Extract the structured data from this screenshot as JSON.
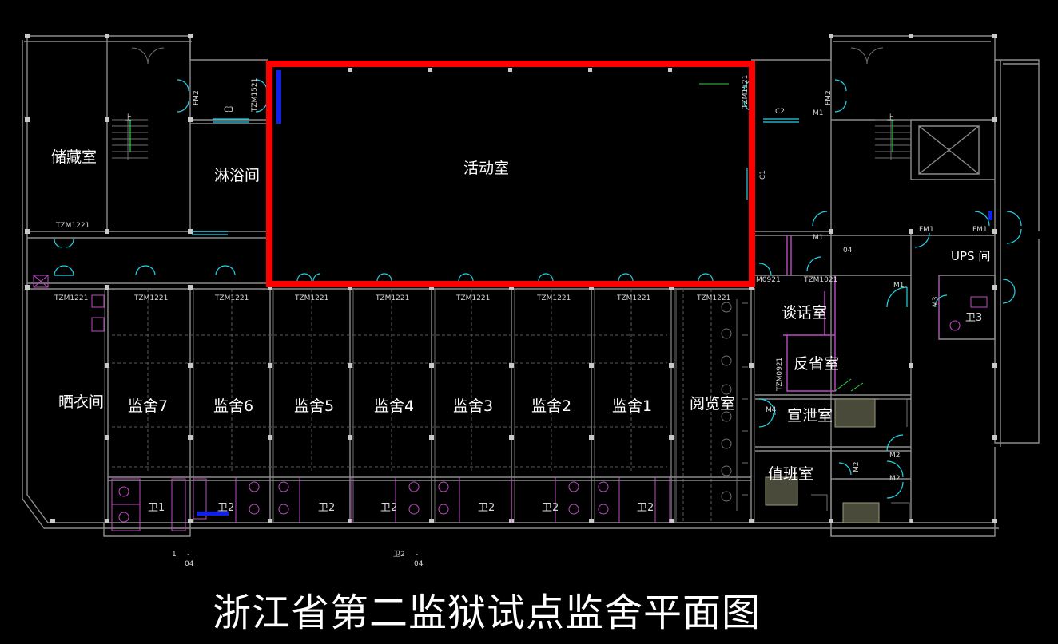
{
  "title": "浙江省第二监狱试点监舍平面图",
  "rooms": {
    "storage": "储藏室",
    "shower": "淋浴间",
    "activity": "活动室",
    "drying": "晒衣间",
    "cell7": "监舍7",
    "cell6": "监舍6",
    "cell5": "监舍5",
    "cell4": "监舍4",
    "cell3": "监舍3",
    "cell2": "监舍2",
    "cell1": "监舍1",
    "reading": "阅览室",
    "talk": "谈话室",
    "reflect": "反省室",
    "vent": "宣泄室",
    "duty": "值班室",
    "ups": "UPS 间"
  },
  "tags": {
    "tzm1221": "TZM1221",
    "tzm1521": "TZM1521",
    "tzm0921": "TZM0921",
    "tzm1021": "TZM1021",
    "m0921": "M0921",
    "fm1": "FM1",
    "fm2": "FM2",
    "m1": "M1",
    "m2": "M2",
    "m3": "M3",
    "m4": "M4",
    "c1": "C1",
    "c2": "C2",
    "c3": "C3",
    "w1": "卫1",
    "w2": "卫2",
    "w3": "卫3",
    "up": "上",
    "code04": "04",
    "detail1": "1",
    "detail2": "卫2",
    "dash": "-"
  },
  "colors": {
    "background": "#000000",
    "wall": "#8c8c8c",
    "door": "#21d4e6",
    "fixture": "#c04bc4",
    "highlight": "#ff0000",
    "marker": "#1020e8"
  }
}
